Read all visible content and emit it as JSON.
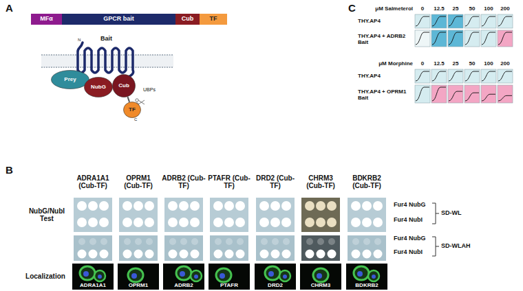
{
  "diagram": {
    "nodes": [
      {
        "text": [
          "MFα"
        ]
      },
      {
        "text": [
          "GPCR bait"
        ]
      },
      {
        "text": [
          "Cub"
        ]
      },
      {
        "text": [
          "TF"
        ]
      },
      {
        "text": [
          "Prey"
        ]
      },
      {
        "text": [
          "NubG"
        ]
      },
      {
        "text": [
          "Cub"
        ]
      },
      {
        "text": [
          "TF"
        ]
      },
      {
        "text": [
          "ADRA1A1"
        ]
      },
      {
        "text": [
          "OPRM1"
        ]
      },
      {
        "text": [
          "ADRB2"
        ]
      },
      {
        "text": [
          "PTAFR"
        ]
      },
      {
        "text": [
          "DRD2"
        ]
      },
      {
        "text": [
          "CHRM3"
        ]
      },
      {
        "text": [
          "BDKRB2"
        ]
      }
    ],
    "edges": [
      {
        "from": 6,
        "to": 7,
        "arrow": "none"
      }
    ],
    "labels": [
      "A",
      "C",
      "μM Salmeterol",
      "0",
      "12.5",
      "25",
      "50",
      "100",
      "200",
      "THY.AP4",
      "THY.AP4 + ADRB2 Bait",
      "μM Morphine",
      "0",
      "12.5",
      "25",
      "50",
      "100",
      "200",
      "THY.AP4",
      "THY.AP4 + OPRM1 Bait",
      "Bait",
      "N",
      "UBPs",
      "C",
      "B",
      "ADRA1A1 (Cub-TF)",
      "OPRM1 (Cub-TF)",
      "ADRB2 (Cub-TF)",
      "PTAFR (Cub-TF)",
      "DRD2 (Cub-TF)",
      "CHRM3 (Cub-TF)",
      "BDKRB2 (Cub-TF)",
      "NubG/NubI Test",
      "Fur4 NubG",
      "Fur4 NubI",
      "SD-WL",
      "Fur4 NubG",
      "Fur4 NubI",
      "SD-WLAH",
      "Localization"
    ]
  }
}
